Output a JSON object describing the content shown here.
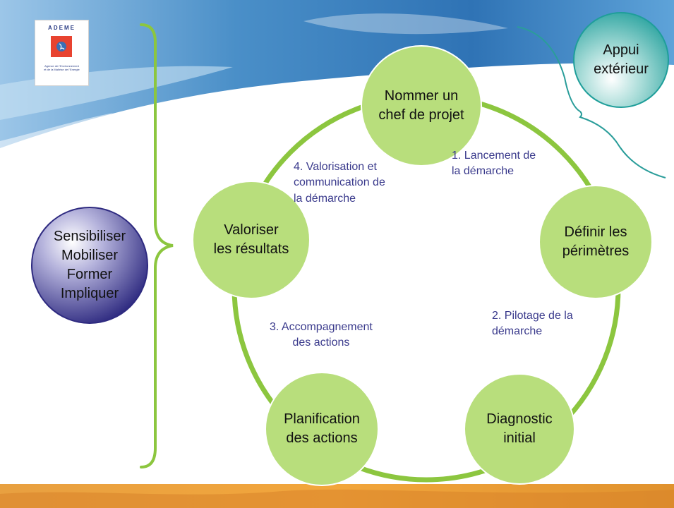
{
  "logo": {
    "name": "ADEME",
    "subtitle": "Agence de l'Environnement\net de la Maîtrise de l'Energie"
  },
  "cycle": {
    "nodes": [
      {
        "id": "nommer",
        "label": "Nommer un\nchef de projet"
      },
      {
        "id": "definir",
        "label": "Définir les\npérimètres"
      },
      {
        "id": "diagnostic",
        "label": "Diagnostic\ninitial"
      },
      {
        "id": "planification",
        "label": "Planification\ndes actions"
      },
      {
        "id": "valoriser",
        "label": "Valoriser\nles résultats"
      }
    ],
    "steps": [
      {
        "id": "step1",
        "label": "1. Lancement de\nla démarche"
      },
      {
        "id": "step2",
        "label": "2. Pilotage de la\ndémarche"
      },
      {
        "id": "step3",
        "label": "3. Accompagnement\ndes actions"
      },
      {
        "id": "step4",
        "label": "4. Valorisation et\ncommunication de\nla démarche"
      }
    ]
  },
  "side": {
    "left": "Sensibiliser\nMobiliser\nFormer\nImpliquer",
    "right": "Appui\nextérieur"
  },
  "colors": {
    "ring": "#8cc63f",
    "node_fill": "#b8de7c",
    "step_text": "#3a3a8c",
    "left_circle": "#2e2a80",
    "right_circle": "#1f9e9a",
    "brace_green": "#8cc63f",
    "brace_teal": "#2a9d9a"
  }
}
